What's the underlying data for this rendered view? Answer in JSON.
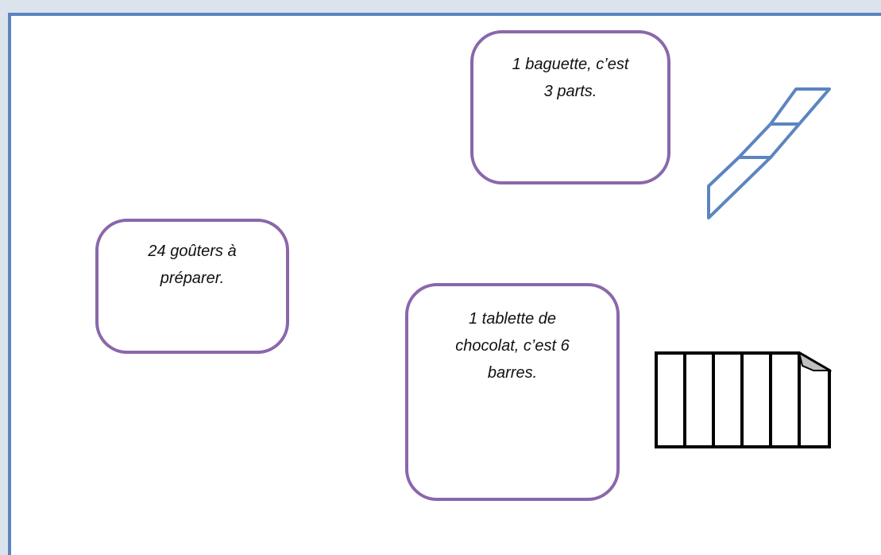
{
  "cards": {
    "baguette": {
      "line1": "1 baguette, c’est",
      "line2": "3 parts."
    },
    "gouters": {
      "line1": "24 goûters à",
      "line2": "préparer."
    },
    "chocolat": {
      "line1": "1 tablette de",
      "line2": "chocolat, c’est 6",
      "line3": "barres."
    }
  },
  "pictures": {
    "baguette_icon": {
      "name": "baguette-icon",
      "parts": 3,
      "color": "#5b85c0"
    },
    "chocolate_icon": {
      "name": "chocolate-bar-icon",
      "bars": 6,
      "color": "#000000"
    }
  },
  "colors": {
    "card_border": "#8a67ac",
    "page_border": "#5b85c0",
    "background": "#dbe4ec"
  }
}
